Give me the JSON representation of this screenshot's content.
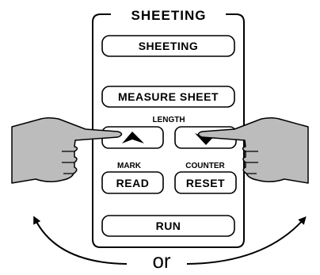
{
  "panel": {
    "title": "SHEETING",
    "buttons": {
      "sheeting": "SHEETING",
      "measure_sheet": "MEASURE SHEET",
      "read": "READ",
      "reset": "RESET",
      "run": "RUN"
    },
    "labels": {
      "length": "LENGTH",
      "mark": "MARK",
      "counter": "COUNTER"
    }
  },
  "caption": "or",
  "colors": {
    "hand_fill": "#bcbcbc",
    "stroke": "#000000",
    "background": "#ffffff"
  },
  "icons": {
    "length_up": "up-arrow-icon",
    "length_down": "down-arrow-icon",
    "left_hand": "pointing-hand-icon",
    "right_hand": "pointing-hand-icon",
    "left_arrow": "curved-arrow-icon",
    "right_arrow": "curved-arrow-icon"
  }
}
